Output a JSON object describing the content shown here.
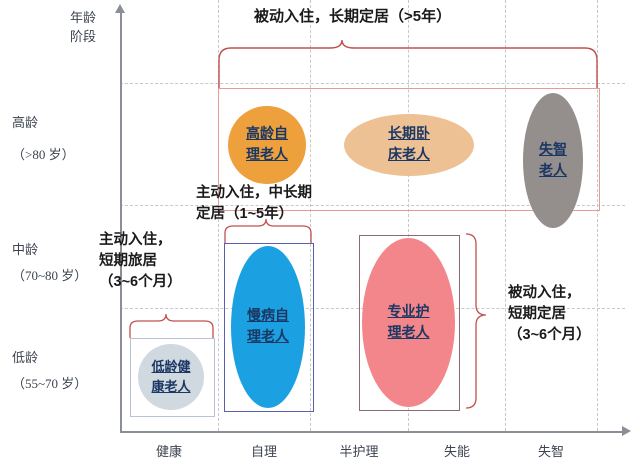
{
  "diagram": {
    "title_axis_y": "年龄\n阶段",
    "y_axis": {
      "label_lines": [
        "年龄",
        "阶段"
      ],
      "ticks": [
        {
          "name": "高龄",
          "range": "（>80 岁）"
        },
        {
          "name": "中龄",
          "range": "（70~80 岁）"
        },
        {
          "name": "低龄",
          "range": "（55~70 岁）"
        }
      ]
    },
    "x_axis": {
      "ticks": [
        "健康",
        "自理",
        "半护理",
        "失能",
        "失智"
      ]
    },
    "groups": [
      {
        "id": "low-age-healthy",
        "label": "低龄健\n康老人",
        "fill": "#d0d8e0",
        "border": "#b9c2d6",
        "shape": "circle"
      },
      {
        "id": "chronic-self-care",
        "label": "慢病自\n理老人",
        "fill": "#1ba1e2",
        "border": "#5a5fb0",
        "shape": "ellipse"
      },
      {
        "id": "professional-nursing",
        "label": "专业护\n理老人",
        "fill": "#f2868a",
        "border": "#8b6b72",
        "shape": "ellipse"
      },
      {
        "id": "elder-self-care",
        "label": "高龄自\n理老人",
        "fill": "#eda03c",
        "border": "#eda03c",
        "shape": "circle"
      },
      {
        "id": "long-term-bedridden",
        "label": "长期卧\n床老人",
        "fill": "#eec195",
        "border": "#eec195",
        "shape": "ellipse"
      },
      {
        "id": "dementia",
        "label": "失智\n老人",
        "fill": "#948e8c",
        "border": "#948e8c",
        "shape": "ellipse"
      }
    ],
    "annotations": [
      {
        "id": "passive-long-term",
        "text": "被动入住，长期定居（>5年）"
      },
      {
        "id": "active-mid-long-term",
        "text": "主动入住，中长期\n 定居（1~5年）"
      },
      {
        "id": "active-short-stay",
        "text": "主动入住，\n短期旅居\n（3~6个月）"
      },
      {
        "id": "passive-short-term",
        "text": "被动入住，\n短期定居\n（3~6个月）"
      }
    ],
    "colors": {
      "bracket_red": "#c0504d",
      "axis_gray": "#8a8e96",
      "grid_gray": "#c6c8cc",
      "rect_pink": "#e39b9b",
      "rect_blue": "#5a5fb0",
      "rect_gray": "#8b6b72",
      "rect_lavender": "#b9c2d6"
    }
  }
}
